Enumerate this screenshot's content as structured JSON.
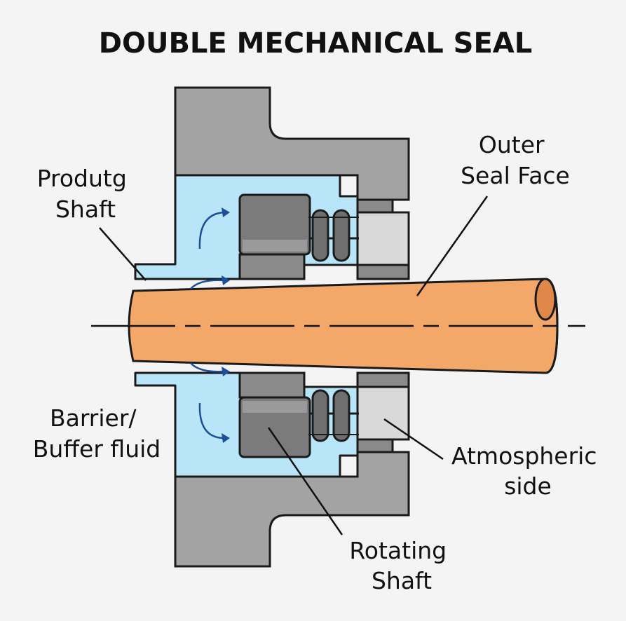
{
  "title": "DOUBLE MECHANICAL SEAL",
  "labels": {
    "product_shaft": [
      "Produtg",
      "Shaft"
    ],
    "barrier_fluid": [
      "Barrier/",
      "Buffer fluid"
    ],
    "outer_seal_face": [
      "Outer",
      "Seal Face"
    ],
    "atmospheric_side": [
      "Atmospheric",
      "side"
    ],
    "rotating_shaft": [
      "Rotating",
      "Shaft"
    ]
  },
  "colors": {
    "housing": "#a3a3a3",
    "barrier_fluid": "#b9e5f8",
    "shaft": "#f3a769",
    "seal_ring": "#7b7b7b",
    "seat": "#d9d9d9",
    "flow_arrow": "#1d4f9a"
  }
}
